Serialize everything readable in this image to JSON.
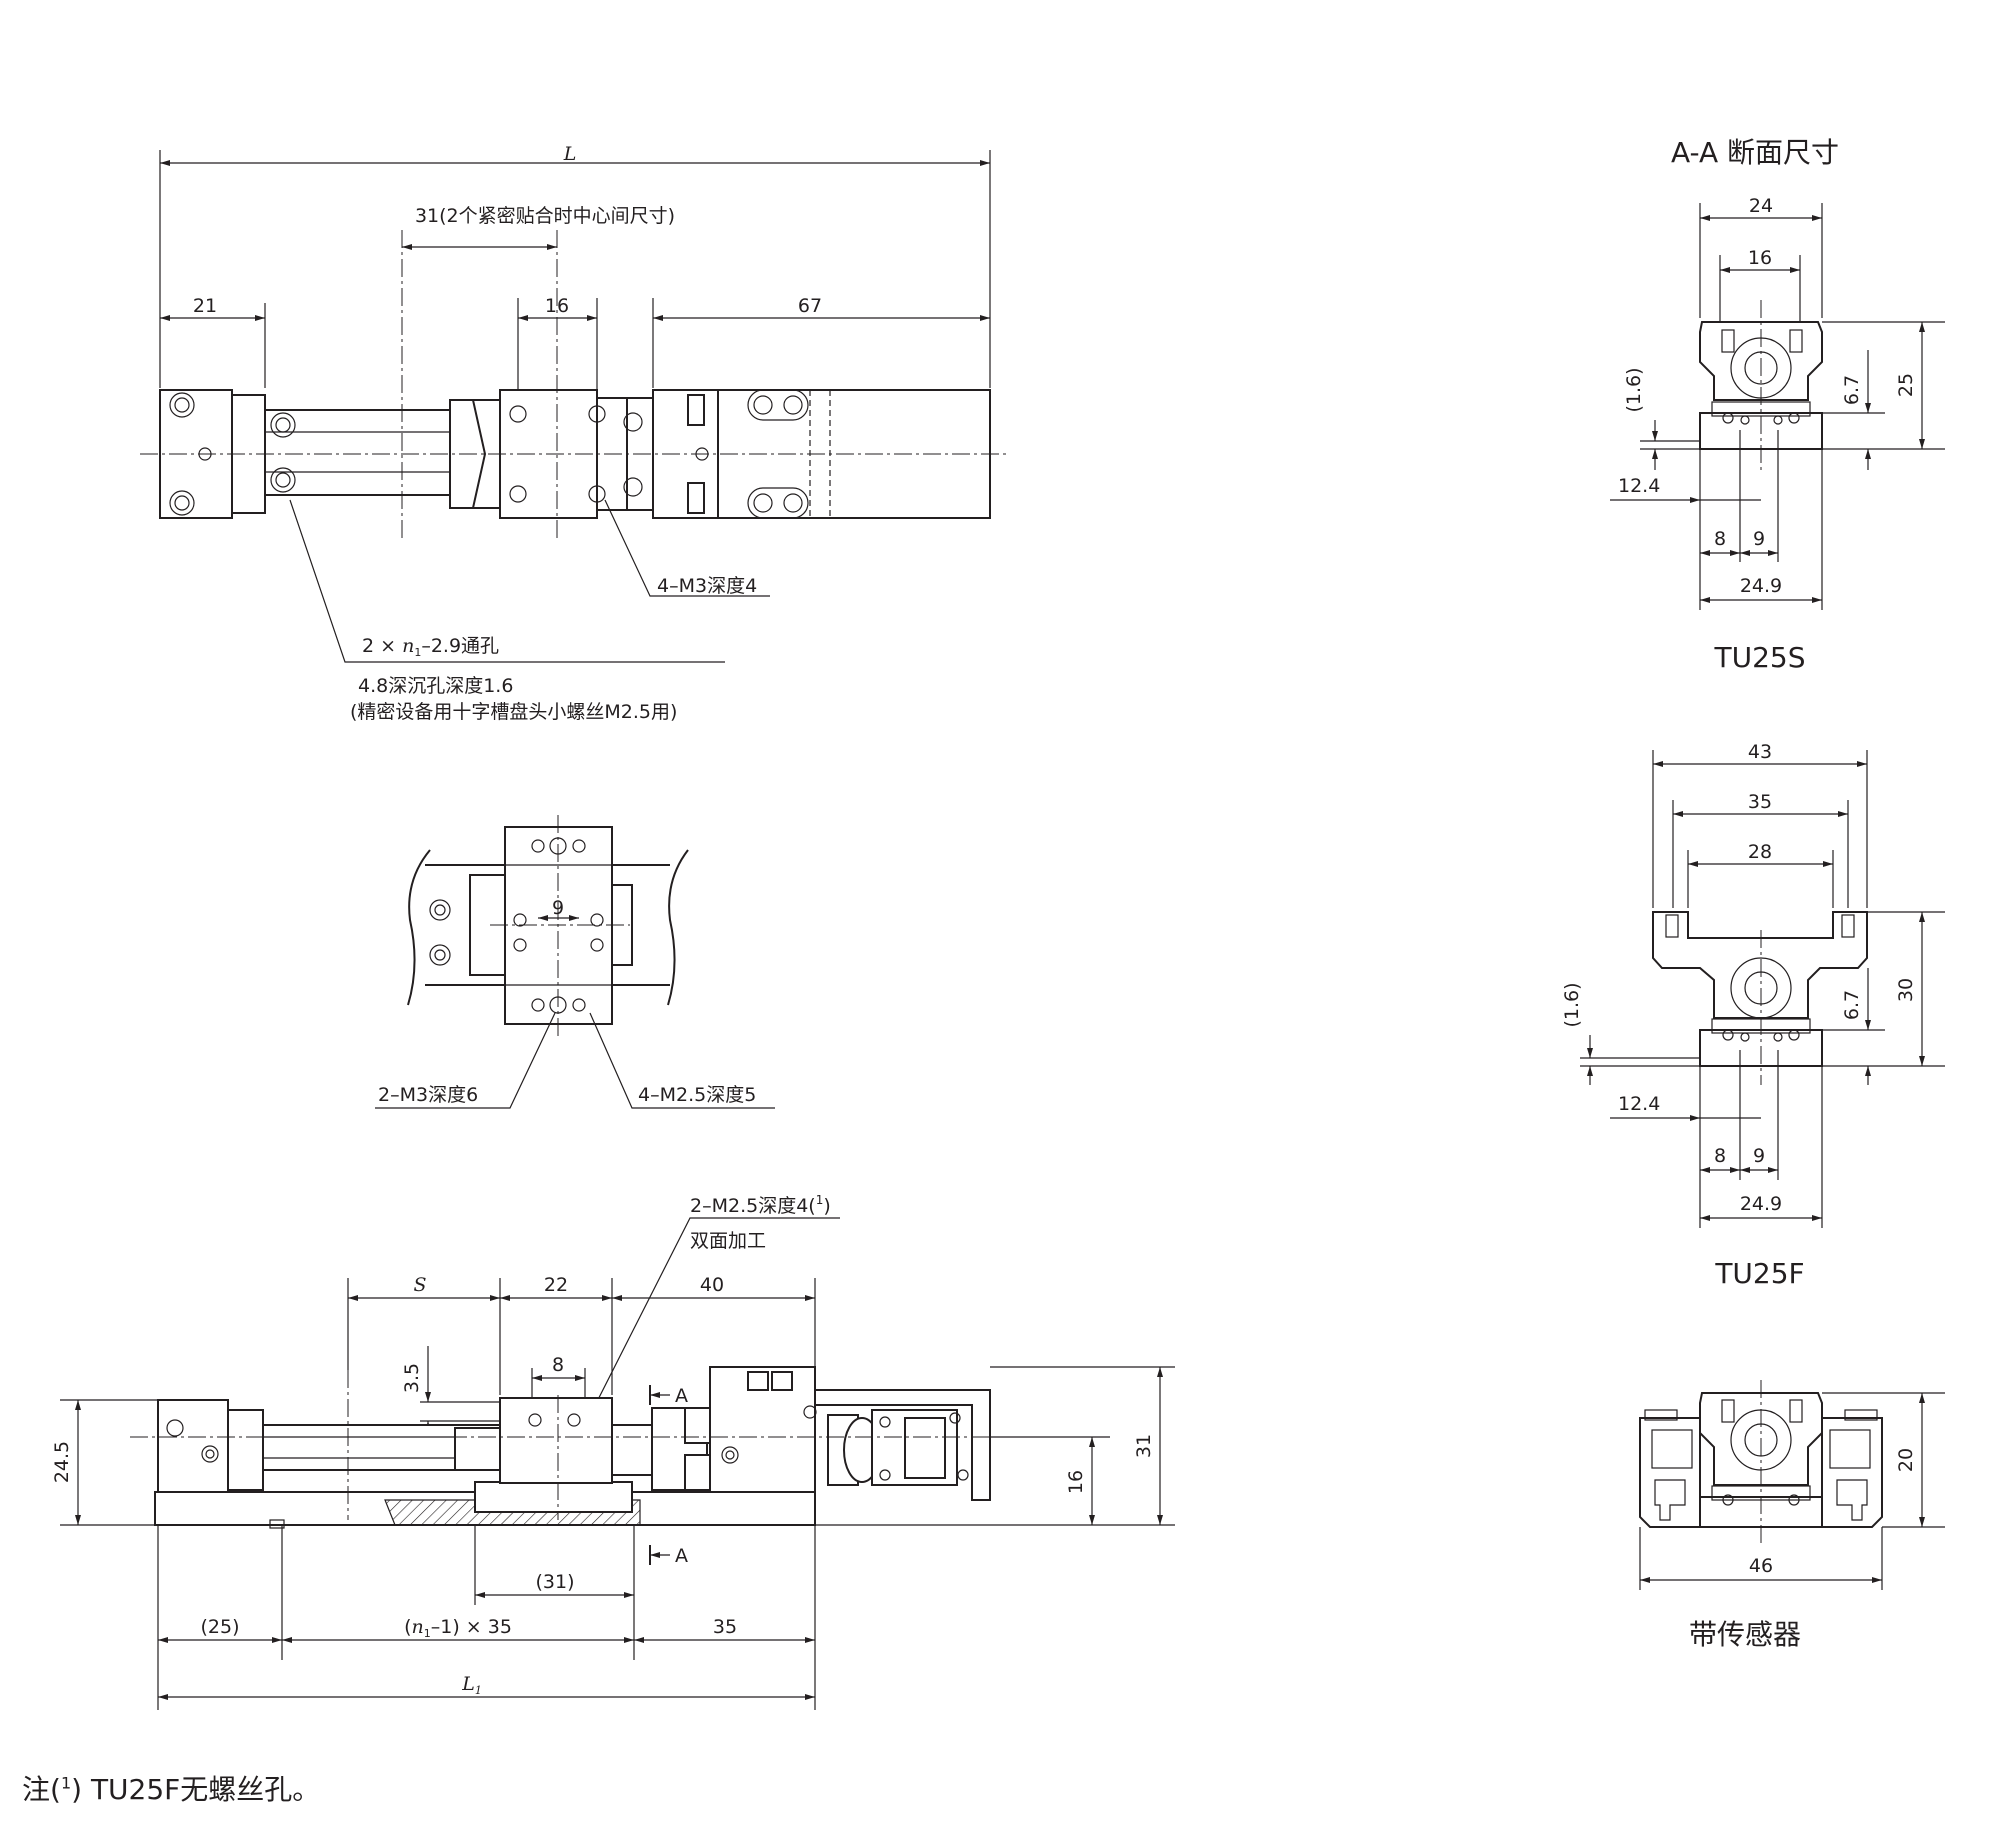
{
  "top_view": {
    "L": "L",
    "center_pitch": "31(2个紧密贴合时中心间尺寸)",
    "d21": "21",
    "d16": "16",
    "d67": "67",
    "tap": "4–M3深度4",
    "holes_line1": "2 × ",
    "holes_n": "n",
    "holes_sub": "1",
    "holes_rest": "–2.9通孔",
    "holes_line2": "4.8深沉孔深度1.6",
    "holes_line3": "(精密设备用十字槽盘头小螺丝M2.5用)"
  },
  "detail_view": {
    "d9": "9",
    "tap_m3": "2–M3深度6",
    "tap_m25": "4–M2.5深度5"
  },
  "side_view": {
    "tap_note": "2–M2.5深度4(",
    "tap_sup": "1",
    "tap_close": ")",
    "both_sides": "双面加工",
    "S": "S",
    "d22": "22",
    "d40": "40",
    "d8": "8",
    "d35v": "3.5",
    "dA_top": "A",
    "dA_bot": "A",
    "d245": "24.5",
    "d16": "16",
    "d31": "31",
    "d31p": "(31)",
    "d25p": "(25)",
    "pitch_a": "(",
    "pitch_n": "n",
    "pitch_sub": "1",
    "pitch_b": "–1) × 35",
    "d35": "35",
    "L1": "L",
    "L1_sub": "1"
  },
  "section_title": "A-A 断面尺寸",
  "tu25s": {
    "name": "TU25S",
    "w24": "24",
    "w16": "16",
    "h25": "25",
    "h67": "6.7",
    "h16": "(1.6)",
    "d124": "12.4",
    "d8": "8",
    "d9": "9",
    "d249": "24.9"
  },
  "tu25f": {
    "name": "TU25F",
    "w43": "43",
    "w35": "35",
    "w28": "28",
    "h30": "30",
    "h67": "6.7",
    "h16": "(1.6)",
    "d124": "12.4",
    "d8": "8",
    "d9": "9",
    "d249": "24.9"
  },
  "sensor": {
    "name": "带传感器",
    "h20": "20",
    "w46": "46"
  },
  "footnote": {
    "prefix": "注(",
    "sup": "1",
    "rest": ")   TU25F无螺丝孔。"
  }
}
